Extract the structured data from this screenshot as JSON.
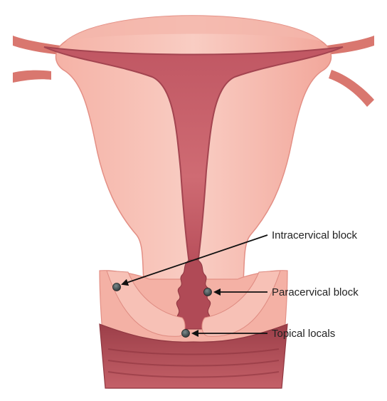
{
  "labels": {
    "intracervical": "Intracervical block",
    "paracervical": "Paracervical block",
    "topical": "Topical locals"
  },
  "colors": {
    "background": "#ffffff",
    "uterus_tissue": "#f2a69a",
    "uterus_tissue_light": "#f8c7bd",
    "cavity": "#c8606a",
    "cavity_dark": "#a94552",
    "tube": "#d97970",
    "vagina": "#b45058",
    "dot": "#3f4a4c",
    "arrow": "#111111",
    "label_text": "#222222"
  }
}
